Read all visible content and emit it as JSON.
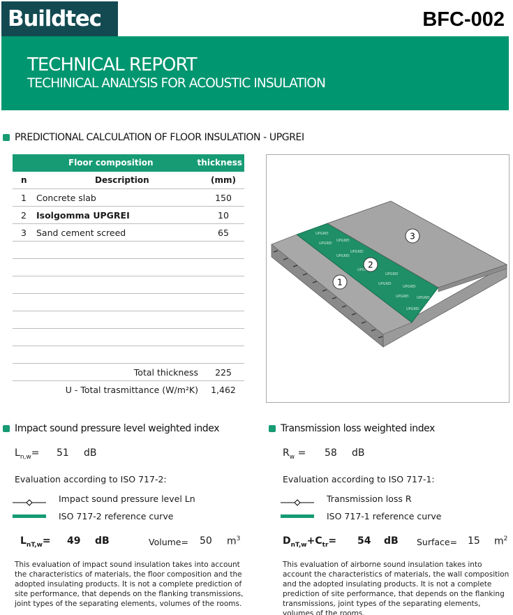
{
  "header": {
    "logo_text": "Buildtec",
    "doc_code": "BFC-002",
    "title": "TECHNICAL REPORT",
    "subtitle": "TECHINICAL ANALYSIS FOR ACOUSTIC INSULATION"
  },
  "colors": {
    "brand_green": "#009670",
    "logo_bg": "#134a52",
    "bullet_green": "#169b74"
  },
  "section": {
    "title": "PREDICTIONAL CALCULATION OF FLOOR INSULATION - UPGREI"
  },
  "table": {
    "header_composition": "Floor composition",
    "header_thickness": "thickness",
    "col_n": "n",
    "col_description": "Description",
    "col_unit": "(mm)",
    "rows": [
      {
        "n": "1",
        "description": "Concrete slab",
        "thickness": "150"
      },
      {
        "n": "2",
        "description": "Isolgomma UPGREI",
        "thickness": "10"
      },
      {
        "n": "3",
        "description": "Sand cement screed",
        "thickness": "65"
      }
    ],
    "total_label": "Total thickness",
    "total_value": "225",
    "u_label": "U - Total trasmittance (W/m²K)",
    "u_value": "1,462"
  },
  "figure": {
    "labels": [
      "1",
      "2",
      "3"
    ],
    "membrane_text": "UPGREI"
  },
  "impact": {
    "title": "Impact sound pressure level weighted index",
    "symbol_main": "L",
    "symbol_sub": "n,w",
    "eq": "=",
    "value": "51",
    "unit": "dB",
    "evaluation": "Evaluation according to  ISO 717-2:",
    "legend_line": "Impact sound pressure level Ln",
    "legend_ref": "ISO 717-2 reference curve",
    "field_symbol_main": "L",
    "field_symbol_sub": "nT,w",
    "field_value": "49",
    "field_unit": "dB",
    "volume_label": "Volume=",
    "volume_value": "50",
    "volume_unit": "m",
    "volume_exp": "3",
    "note": "This evaluation of impact sound insulation takes into account the characteristics of materials, the floor composition and the adopted insulating products. It is not a complete prediction of site performance, that depends on the flanking transmissions, joint types of the separating elements, volumes of the rooms."
  },
  "transmission": {
    "title": "Transmission loss weighted index",
    "symbol_main": "R",
    "symbol_sub": "w",
    "eq": "=",
    "value": "58",
    "unit": "dB",
    "evaluation": "Evaluation according to  ISO 717-1:",
    "legend_line": "Transmission loss R",
    "legend_ref": "ISO 717-1 reference curve",
    "field_symbol_a": "D",
    "field_sub_a": "nT,w",
    "field_plus": "+C",
    "field_sub_b": "tr",
    "field_eq": "=",
    "field_value": "54",
    "field_unit": "dB",
    "surface_label": "Surface=",
    "surface_value": "15",
    "surface_unit": "m",
    "surface_exp": "2",
    "note": "This evaluation of airborne sound insulation takes into account the characteristics of materials, the wall composition and the adopted insulating products. It is not a complete prediction of site performance, that depends on the flanking transmissions, joint types of the separating elements, volumes of the rooms."
  }
}
